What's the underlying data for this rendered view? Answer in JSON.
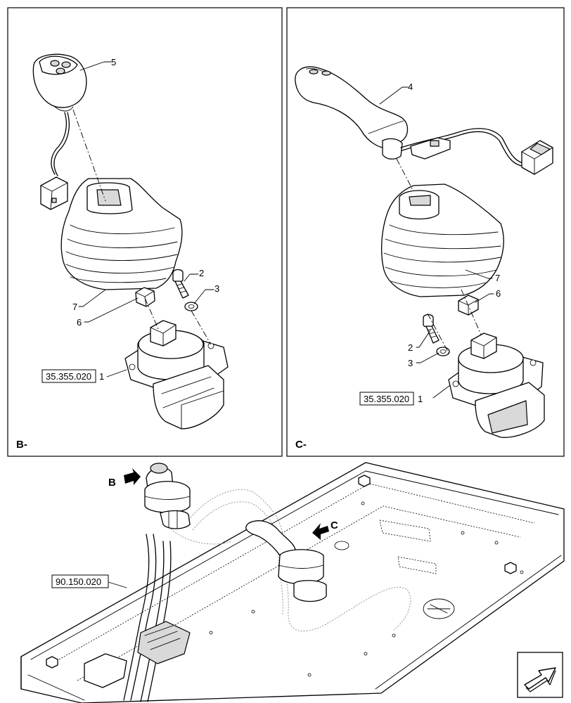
{
  "panels": [
    {
      "id": "B",
      "label": "B-"
    },
    {
      "id": "C",
      "label": "C-"
    }
  ],
  "callouts_b": {
    "c5": "5",
    "c2": "2",
    "c3": "3",
    "c7": "7",
    "c6": "6",
    "c1": "1"
  },
  "callouts_c": {
    "c4": "4",
    "c7": "7",
    "c6": "6",
    "c2": "2",
    "c3": "3",
    "c1": "1"
  },
  "refs": {
    "ref_b": "35.355.020",
    "ref_c": "35.355.020",
    "ref_floor": "90.150.020"
  },
  "view_markers": {
    "b": "B",
    "c": "C"
  },
  "icons": [
    "front-direction-arrow-icon"
  ]
}
